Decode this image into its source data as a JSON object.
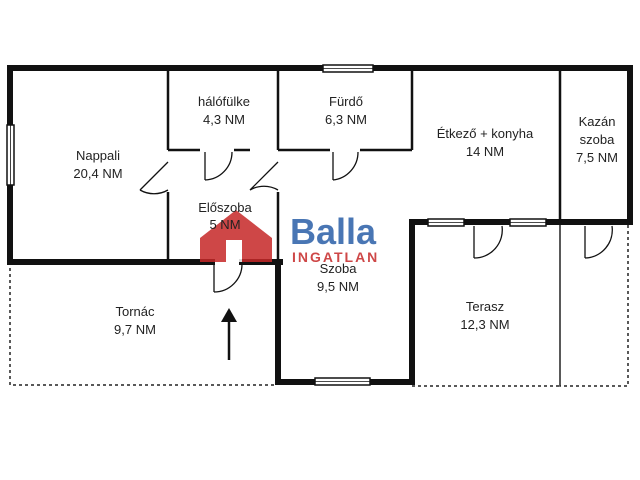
{
  "rooms": {
    "nappali": {
      "name": "Nappali",
      "area": "20,4 NM"
    },
    "halofulke": {
      "name": "hálófülke",
      "area": "4,3 NM"
    },
    "furdo": {
      "name": "Fürdő",
      "area": "6,3 NM"
    },
    "etkezo": {
      "name": "Étkező + konyha",
      "area": "14 NM"
    },
    "kazan": {
      "name1": "Kazán",
      "name2": "szoba",
      "area": "7,5 NM"
    },
    "eloszoba": {
      "name": "Előszoba",
      "area": "5 NM"
    },
    "szoba": {
      "name": "Szoba",
      "area": "9,5 NM"
    },
    "tornac": {
      "name": "Tornác",
      "area": "9,7 NM"
    },
    "terasz": {
      "name": "Terasz",
      "area": "12,3 NM"
    }
  },
  "watermark": {
    "brand": "Balla",
    "sub": "INGATLAN"
  },
  "colors": {
    "wall": "#111111",
    "logo_blue": "#2a5fa8",
    "logo_red": "#c62828"
  }
}
